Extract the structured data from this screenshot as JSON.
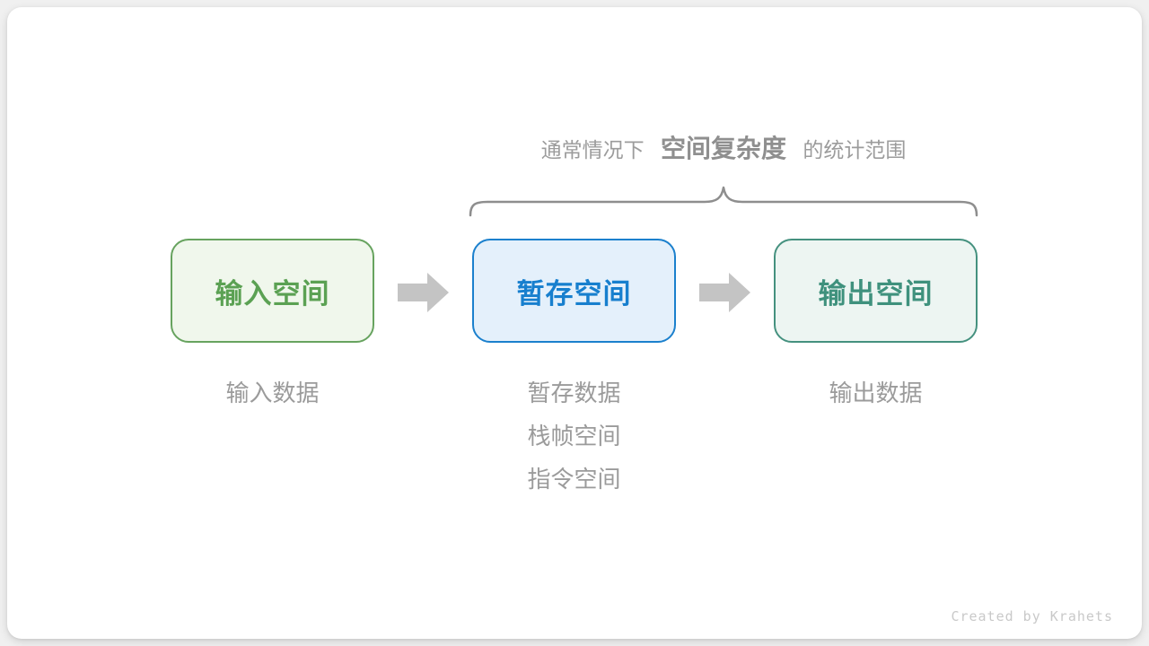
{
  "title": {
    "prefix": "通常情况下",
    "emphasis": "空间复杂度",
    "suffix": "的统计范围"
  },
  "nodes": [
    {
      "id": "input-space",
      "label": "输入空间",
      "notes": [
        "输入数据"
      ]
    },
    {
      "id": "temporary-space",
      "label": "暂存空间",
      "notes": [
        "暂存数据",
        "栈帧空间",
        "指令空间"
      ]
    },
    {
      "id": "output-space",
      "label": "输出空间",
      "notes": [
        "输出数据"
      ]
    }
  ],
  "colors": {
    "input_accent": "#67a35f",
    "input_bg": "#f0f7ec",
    "temp_accent": "#1b80cd",
    "temp_bg": "#e4f0fb",
    "output_accent": "#45917f",
    "output_bg": "#edf5f2",
    "arrow": "#c4c4c4",
    "brace": "#8e8e8e",
    "muted_text": "#9b9b9b"
  },
  "credit": "Created by Krahets"
}
